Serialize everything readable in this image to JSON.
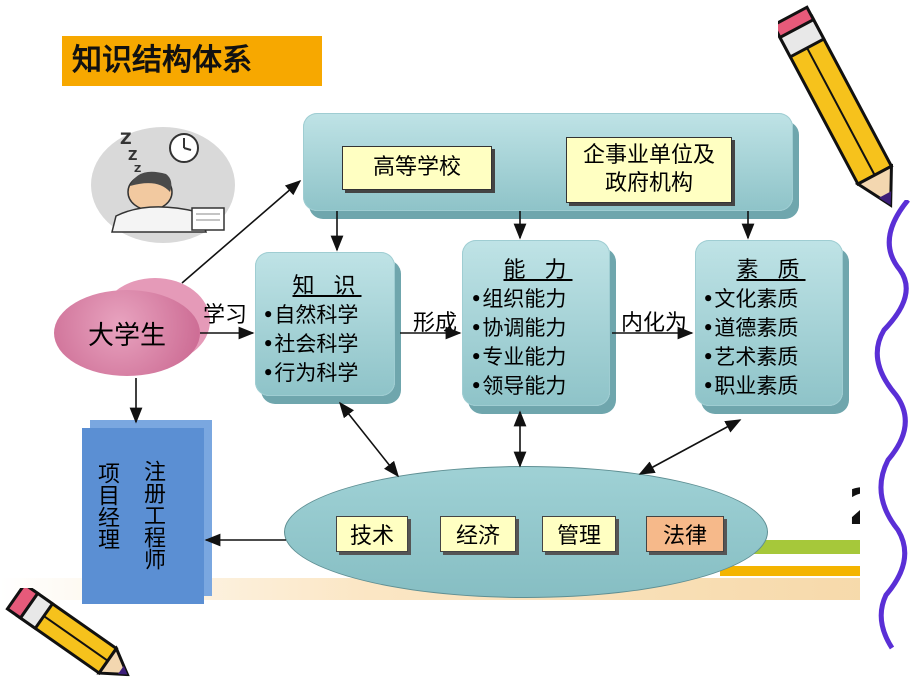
{
  "title": "知识结构体系",
  "top": {
    "box1": "高等学校",
    "box2_line1": "企事业单位及",
    "box2_line2": "政府机构"
  },
  "student": "大学生",
  "edges": {
    "learn": "学习",
    "form": "形成",
    "internalize": "内化为"
  },
  "knowledge": {
    "heading": "知 识",
    "items": [
      "•自然科学",
      "•社会科学",
      "•行为科学"
    ]
  },
  "ability": {
    "heading": "能 力",
    "items": [
      "•组织能力",
      "•协调能力",
      "•专业能力",
      "•领导能力"
    ]
  },
  "quality": {
    "heading": "素 质",
    "items": [
      "•文化素质",
      "•道德素质",
      "•艺术素质",
      "•职业素质"
    ]
  },
  "fields": [
    "技术",
    "经济",
    "管理",
    "法律"
  ],
  "careers": {
    "left": "项目经理",
    "right": "注册工程师"
  },
  "colors": {
    "title_bg": "#f7a800",
    "teal": "#9ccdd2",
    "student": "#d97aa0",
    "career_box": "#5b8fd3",
    "law_tag": "#f6b98a"
  }
}
